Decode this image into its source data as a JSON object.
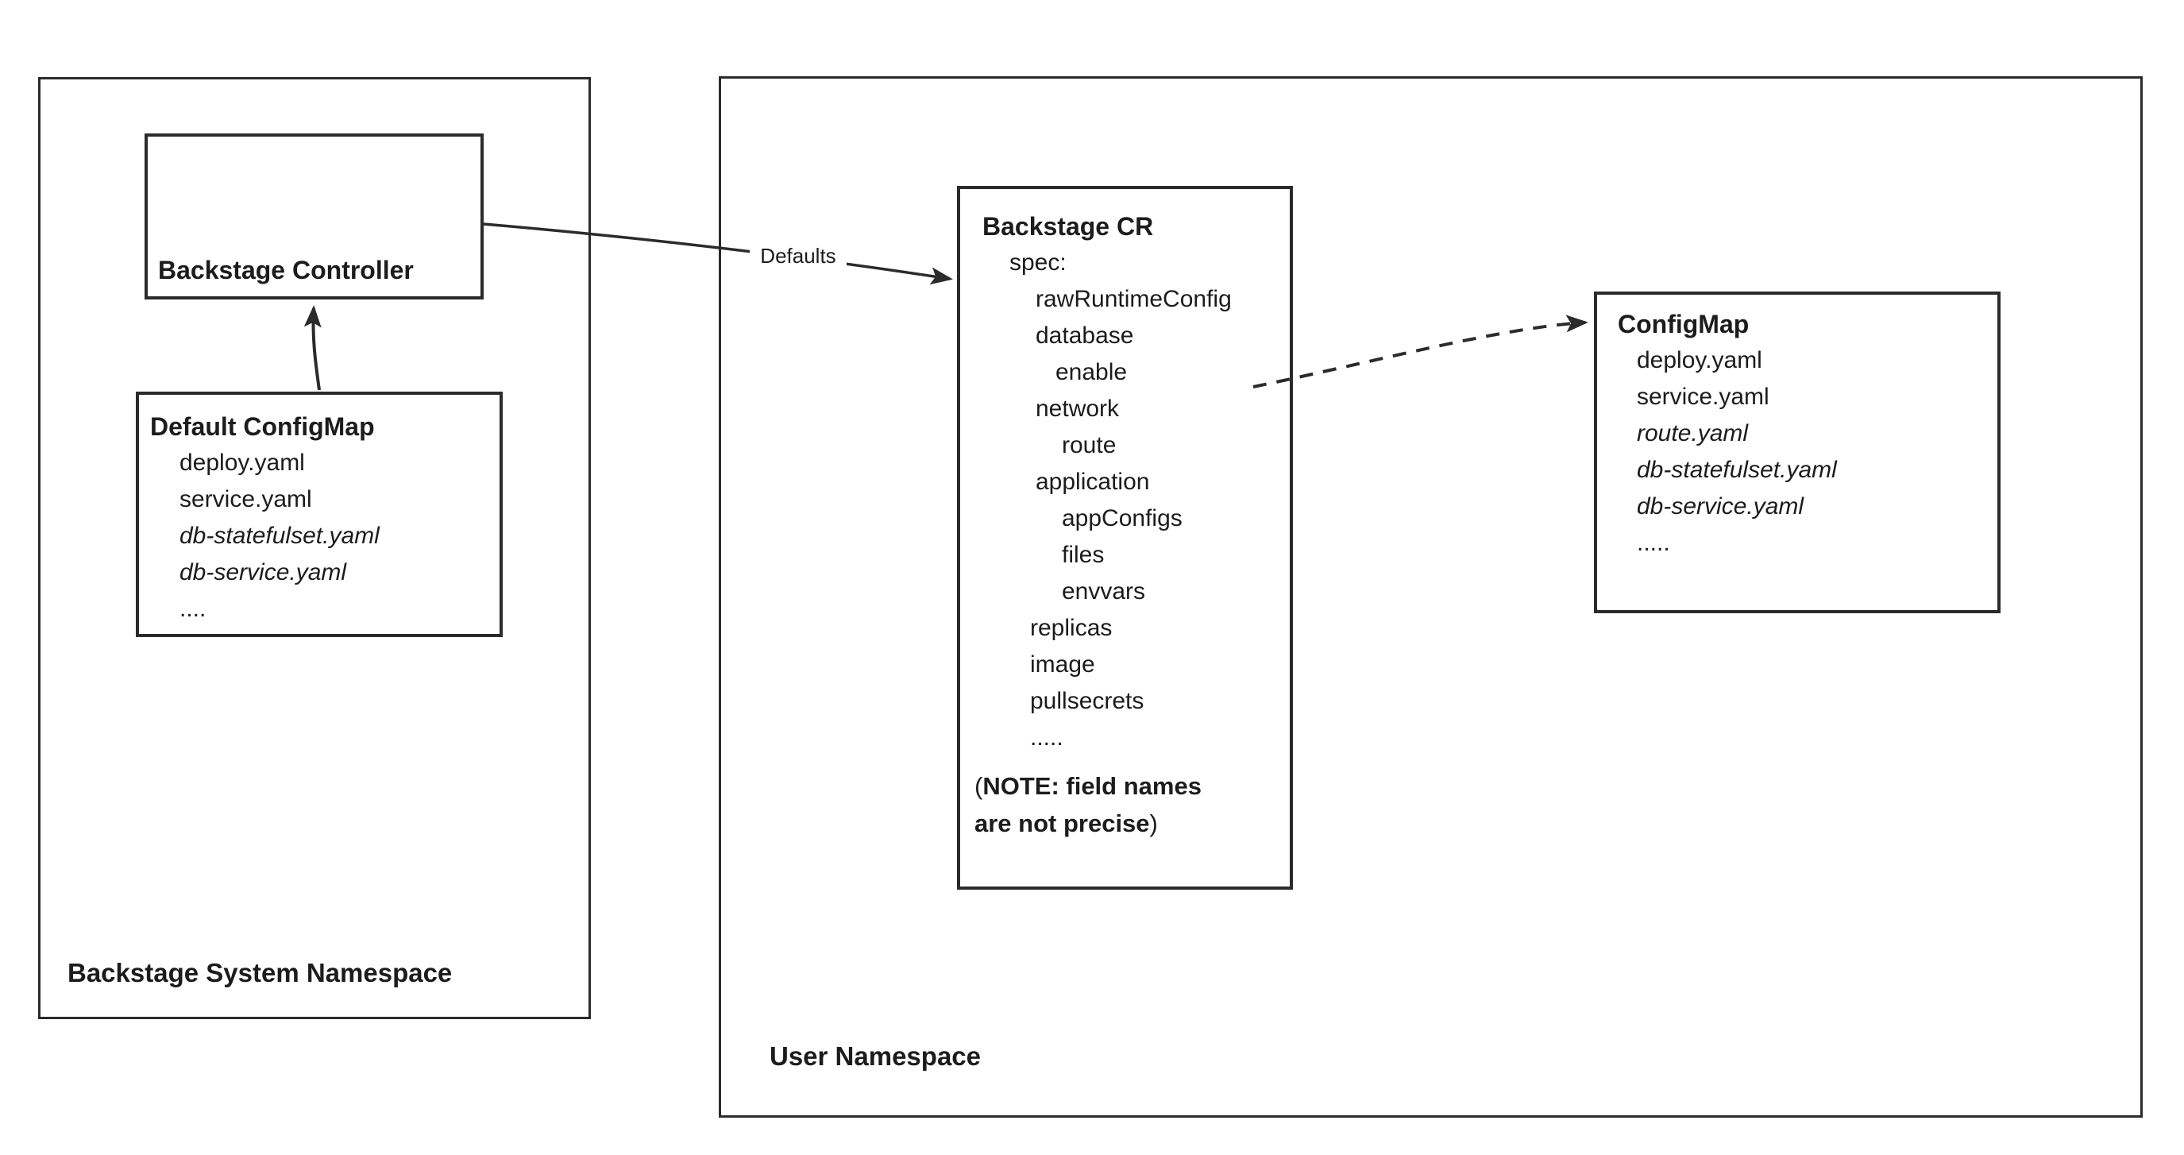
{
  "diagram": {
    "colors": {
      "stroke": "#2b2b2b",
      "text": "#1c1c1e",
      "background": "#ffffff"
    },
    "system_namespace": {
      "label": "Backstage System Namespace",
      "controller": {
        "title": "Backstage Controller"
      },
      "default_configmap": {
        "title": "Default ConfigMap",
        "items": [
          "deploy.yaml",
          "service.yaml",
          "db-statefulset.yaml",
          "db-service.yaml",
          "...."
        ]
      }
    },
    "user_namespace": {
      "label": "User Namespace",
      "backstage_cr": {
        "title": "Backstage CR",
        "fields": [
          "spec:",
          "rawRuntimeConfig",
          "database",
          "enable",
          "network",
          "route",
          "application",
          "appConfigs",
          "files",
          "envvars",
          "replicas",
          "image",
          "pullsecrets",
          "....."
        ],
        "note": {
          "open_paren": "(",
          "line1": "NOTE: field names",
          "line2": "are not precise",
          "close_paren": ")"
        }
      },
      "configmap": {
        "title": "ConfigMap",
        "items": [
          "deploy.yaml",
          "service.yaml",
          "route.yaml",
          "db-statefulset.yaml",
          "db-service.yaml",
          "....."
        ]
      }
    },
    "arrows": {
      "defaults_label": "Defaults"
    }
  }
}
